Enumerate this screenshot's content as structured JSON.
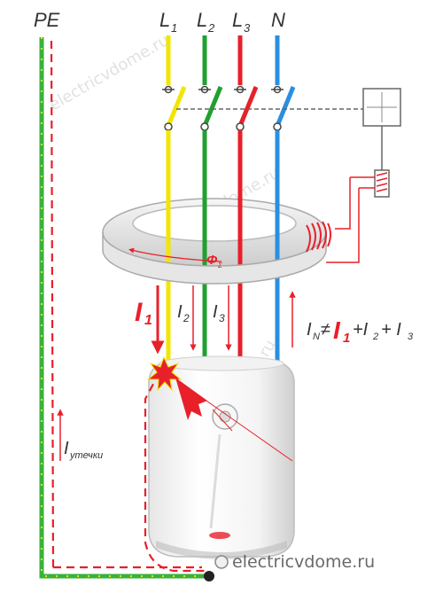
{
  "lines": {
    "pe": "PE",
    "l1": "L",
    "l1_sub": "1",
    "l2": "L",
    "l2_sub": "2",
    "l3": "L",
    "l3_sub": "3",
    "n": "N"
  },
  "currents": {
    "i1": "I",
    "i1_sub": "1",
    "i2": "I",
    "i2_sub": "2",
    "i3": "I",
    "i3_sub": "3",
    "flux": "Φ",
    "flux_sub": "Σ",
    "formula_in": "I",
    "formula_in_sub": "N",
    "formula_neq": "≠",
    "formula_i1": "I",
    "formula_i1_sub": "1",
    "formula_plus1": "+I",
    "formula_i2_sub": "2",
    "formula_plus2": "+ I",
    "formula_i3_sub": "3",
    "leak": "I",
    "leak_sub": "утечки"
  },
  "watermark": {
    "main": "electricvdome.ru",
    "diag1": "electricvdome.ru",
    "diag2": "electricvdome.ru",
    "diag3": "electricvdome.ru"
  },
  "colors": {
    "l1": "#f2e600",
    "l2": "#1fa030",
    "l3": "#e8202a",
    "n": "#2a8fe0",
    "pe_green": "#37b23a",
    "pe_yellow": "#e8e000",
    "fault": "#e8202a"
  }
}
